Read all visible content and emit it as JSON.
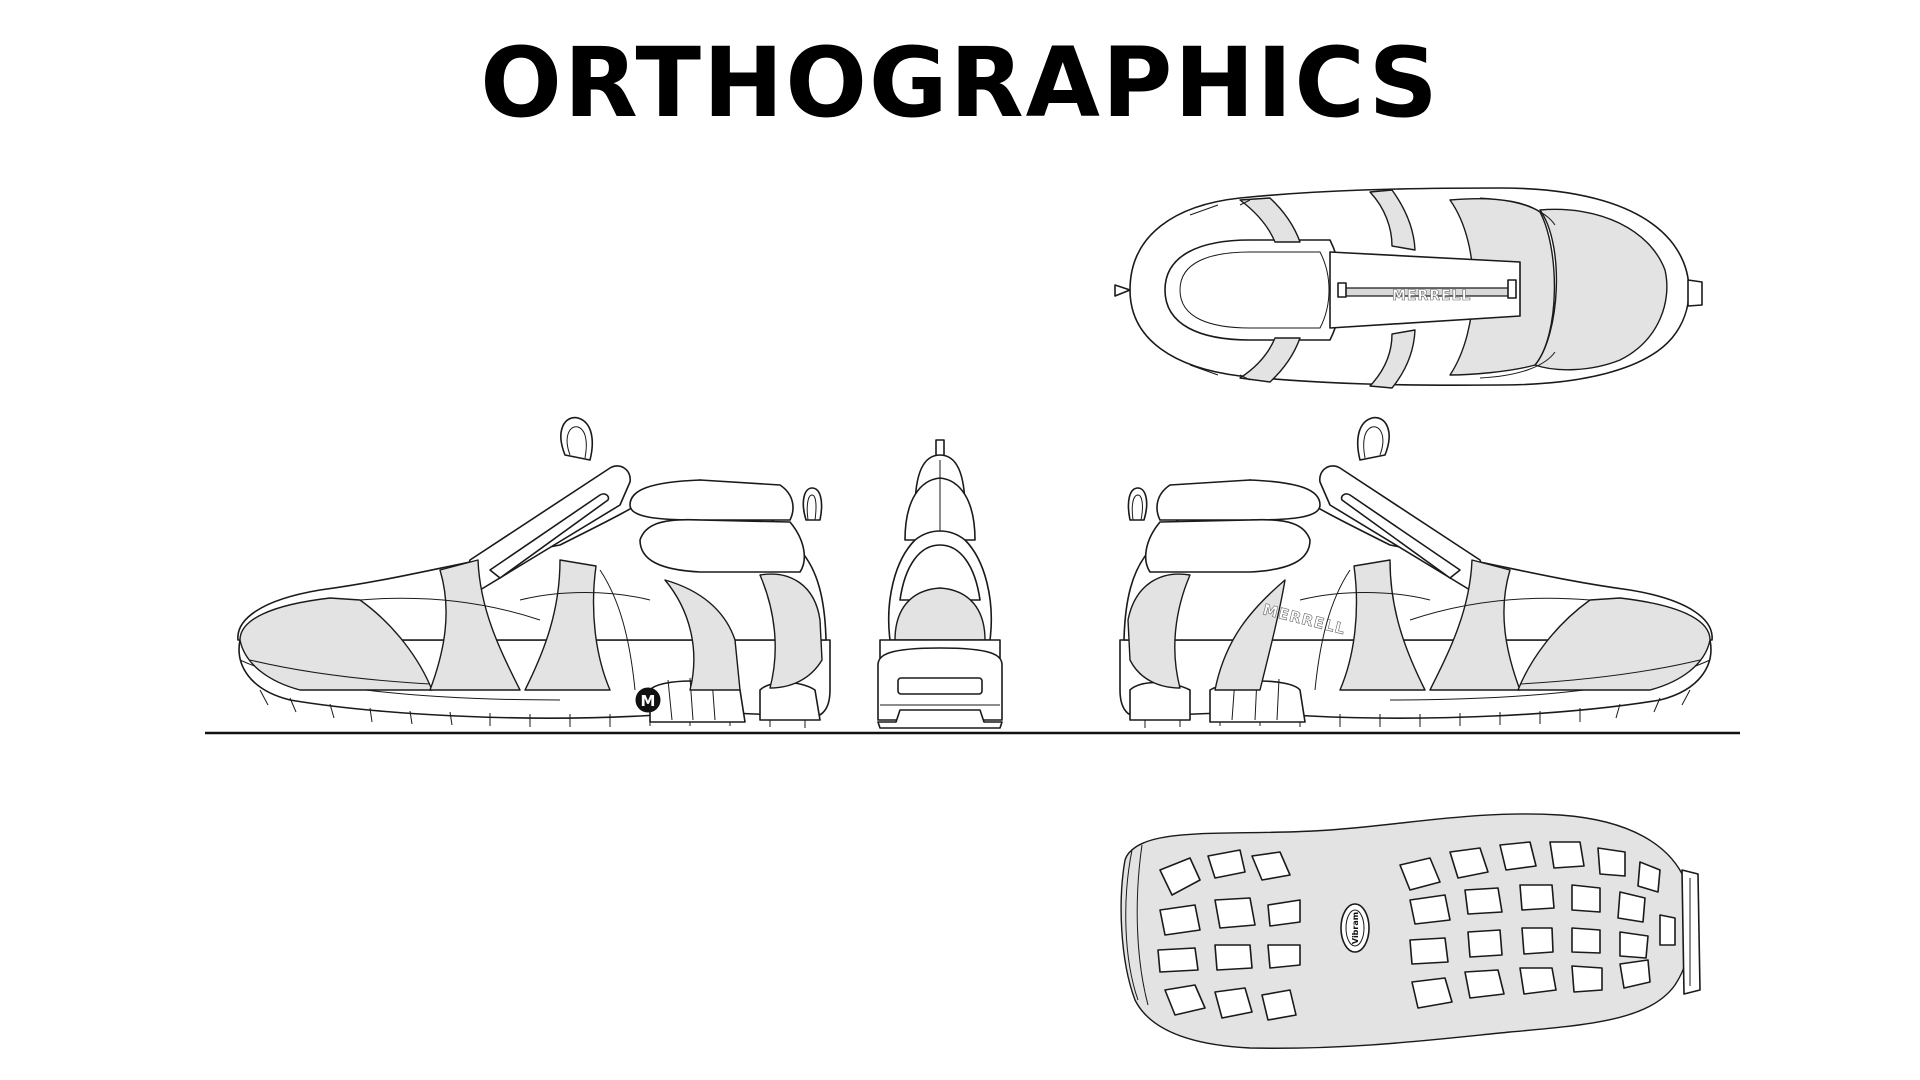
{
  "title": "ORTHOGRAPHICS",
  "labels": {
    "brand_side": "MERRELL",
    "brand_top": "MERRELL",
    "logo_mark": "M",
    "outsole_badge": "Vibram"
  },
  "colors": {
    "line": "#1a1a1a",
    "panel_fill": "#e3e3e3",
    "background": "#ffffff"
  }
}
